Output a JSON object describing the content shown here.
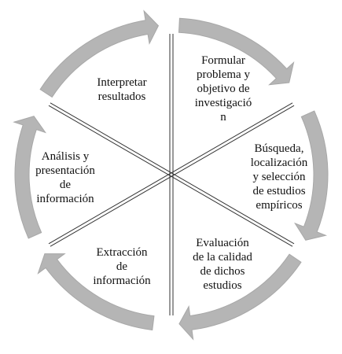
{
  "colors": {
    "arrow_fill": "#b5b5b5",
    "arrow_stroke": "#a8a8a8",
    "divider": "#333333",
    "text": "#111111"
  },
  "steps": [
    {
      "label": "Formular\nproblema y\nobjetivo de\ninvestigació\nn"
    },
    {
      "label": "Búsqueda,\nlocalización\ny selección\nde estudios\nempíricos"
    },
    {
      "label": "Evaluación\nde la  calidad\nde dichos\nestudios"
    },
    {
      "label": "Extracción\nde\ninformación"
    },
    {
      "label": "Análisis  y\npresentación\nde\ninformación"
    },
    {
      "label": "Interpretar\nresultados"
    }
  ]
}
